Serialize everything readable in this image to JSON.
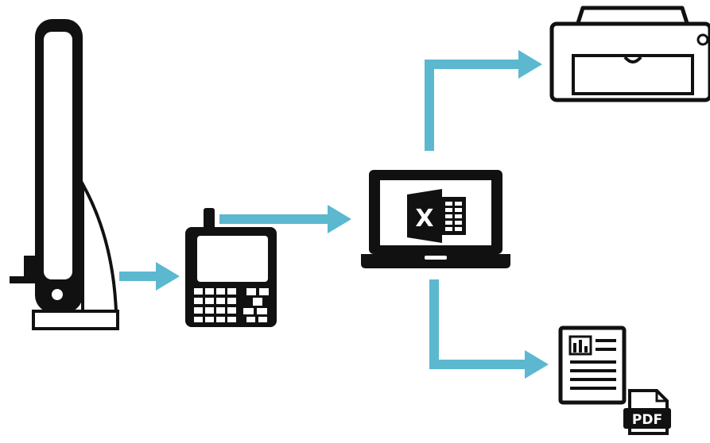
{
  "colors": {
    "arrow": "#5bb8cf",
    "ink": "#111111",
    "paper": "#ffffff"
  },
  "nodes": [
    {
      "id": "height-gauge",
      "icon": "height-gauge-icon"
    },
    {
      "id": "data-logger",
      "icon": "handheld-data-logger-icon"
    },
    {
      "id": "laptop",
      "icon": "laptop-icon"
    },
    {
      "id": "printer",
      "icon": "printer-icon"
    },
    {
      "id": "report",
      "icon": "report-document-icon"
    }
  ],
  "icons": {
    "excel_letter": "X",
    "pdf_label": "PDF"
  },
  "flows": [
    {
      "from": "height-gauge",
      "to": "data-logger"
    },
    {
      "from": "data-logger",
      "to": "laptop"
    },
    {
      "from": "laptop",
      "to": "printer"
    },
    {
      "from": "laptop",
      "to": "report"
    }
  ]
}
